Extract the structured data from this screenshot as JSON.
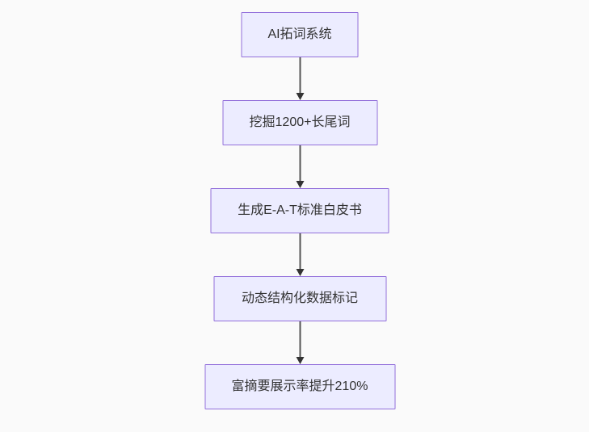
{
  "flowchart": {
    "type": "flowchart-top-down",
    "direction": "TD",
    "nodes": [
      {
        "id": "step-1",
        "label": "AI拓词系统"
      },
      {
        "id": "step-2",
        "label": "挖掘1200+长尾词"
      },
      {
        "id": "step-3",
        "label": "生成E-A-T标准白皮书"
      },
      {
        "id": "step-4",
        "label": "动态结构化数据标记"
      },
      {
        "id": "step-5",
        "label": "富摘要展示率提升210%"
      }
    ],
    "edges": [
      {
        "from": "step-1",
        "to": "step-2",
        "arrow": "down"
      },
      {
        "from": "step-2",
        "to": "step-3",
        "arrow": "down"
      },
      {
        "from": "step-3",
        "to": "step-4",
        "arrow": "down"
      },
      {
        "from": "step-4",
        "to": "step-5",
        "arrow": "down"
      }
    ],
    "colors": {
      "background": "#fafafa",
      "node_fill": "#ececff",
      "node_border": "#9370db",
      "node_text": "#333333",
      "edge_line": "#555555",
      "edge_arrowhead": "#333333"
    }
  }
}
